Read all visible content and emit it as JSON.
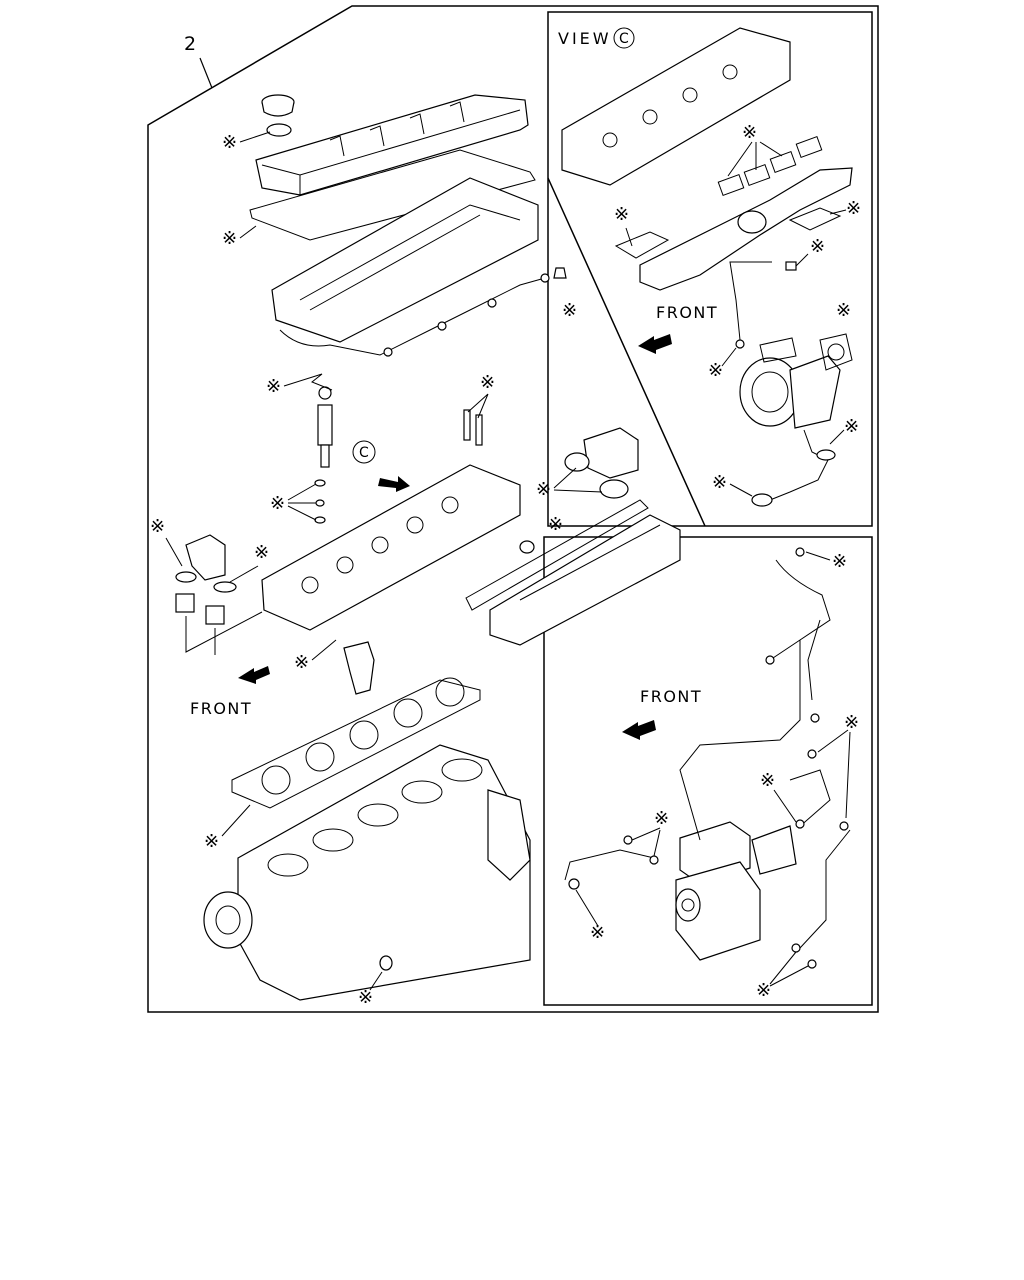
{
  "diagram": {
    "item_number": "2",
    "view_label": "VIEW",
    "view_marker": "C",
    "section_marker": "C",
    "front_label_main": "FRONT",
    "front_label_view": "FRONT",
    "front_label_pump": "FRONT",
    "replacement_symbol": "※"
  }
}
